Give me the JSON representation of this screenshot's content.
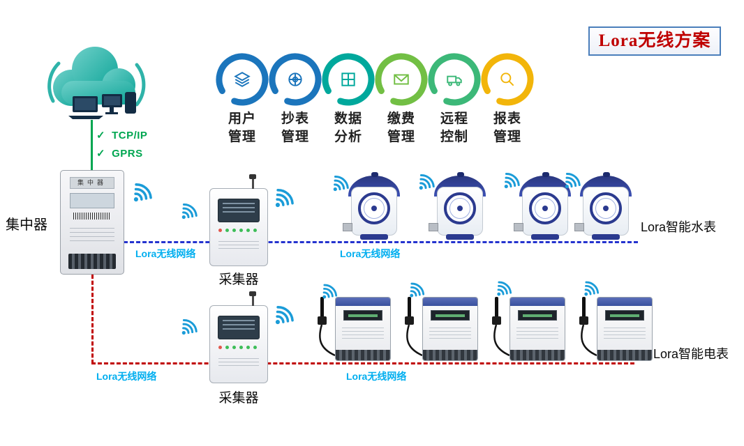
{
  "title": "Lora无线方案",
  "protocols": [
    {
      "check": "✓",
      "name": "TCP/IP"
    },
    {
      "check": "✓",
      "name": "GPRS"
    }
  ],
  "features": [
    {
      "line1": "用户",
      "line2": "管理",
      "color": "#1b75bc"
    },
    {
      "line1": "抄表",
      "line2": "管理",
      "color": "#1b75bc"
    },
    {
      "line1": "数据",
      "line2": "分析",
      "color": "#00a89c"
    },
    {
      "line1": "缴费",
      "line2": "管理",
      "color": "#72bf44"
    },
    {
      "line1": "远程",
      "line2": "控制",
      "color": "#3cb878"
    },
    {
      "line1": "报表",
      "line2": "管理",
      "color": "#f2b50a"
    }
  ],
  "devices": {
    "concentrator_label": "集中器",
    "concentrator_screen": "集中器",
    "collector_top_label": "采集器",
    "collector_bottom_label": "采集器",
    "water_meter_row_label": "Lora智能水表",
    "electric_meter_row_label": "Lora智能电表",
    "water_meter_count": 4,
    "electric_meter_count": 4
  },
  "network": {
    "blue_label_left": "Lora无线网络",
    "blue_label_right": "Lora无线网络",
    "red_label_left": "Lora无线网络",
    "red_label_right": "Lora无线网络"
  },
  "colors": {
    "blue_line": "#2433cf",
    "red_line": "#c00000",
    "network_label": "#00aeef",
    "protocol_green": "#00a651",
    "wifi": "#1b9cd8",
    "cloud_teal": "#1fae9f",
    "title_text": "#bf0000",
    "title_border": "#4a7ebb"
  }
}
